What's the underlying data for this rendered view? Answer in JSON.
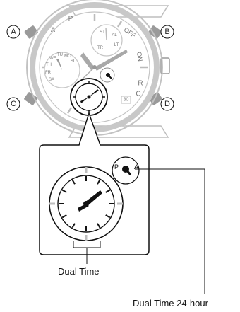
{
  "buttons": {
    "a": "A",
    "b": "B",
    "c": "C",
    "d": "D"
  },
  "bezel": {
    "p": "P",
    "a": "A",
    "off": "OFF",
    "on": "ON",
    "r": "R",
    "c": "C"
  },
  "subdial_weekdays": [
    "SU",
    "MO",
    "TU",
    "WE",
    "TH",
    "FR",
    "SA"
  ],
  "subdial_top": [
    "ST",
    "AL",
    "LT",
    "TR"
  ],
  "date_window": "30",
  "indicator": {
    "p": "P",
    "a": "A"
  },
  "callouts": {
    "dual_time": "Dual Time",
    "dual_time_24h": "Dual Time 24-hour"
  },
  "colors": {
    "line": "#111111",
    "watch_grey": "#b8b8b8",
    "button_grey": "#9a9a9a",
    "hand": "#222222"
  }
}
